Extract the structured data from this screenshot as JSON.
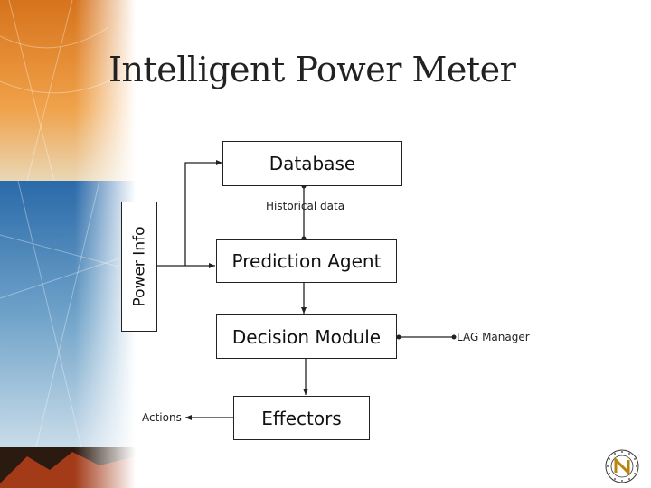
{
  "slide": {
    "title": "Intelligent Power Meter"
  },
  "diagram": {
    "side_label": "Power Info",
    "nodes": {
      "database": "Database",
      "prediction_agent": "Prediction Agent",
      "decision_module": "Decision Module",
      "effectors": "Effectors"
    },
    "edge_labels": {
      "historical_data": "Historical data",
      "lag_manager": "LAG Manager",
      "actions": "Actions"
    }
  },
  "colors": {
    "strip_orange": "#e8892a",
    "strip_blue": "#2f6fae",
    "line": "#222222"
  },
  "icons": [
    "university-seal-icon"
  ]
}
